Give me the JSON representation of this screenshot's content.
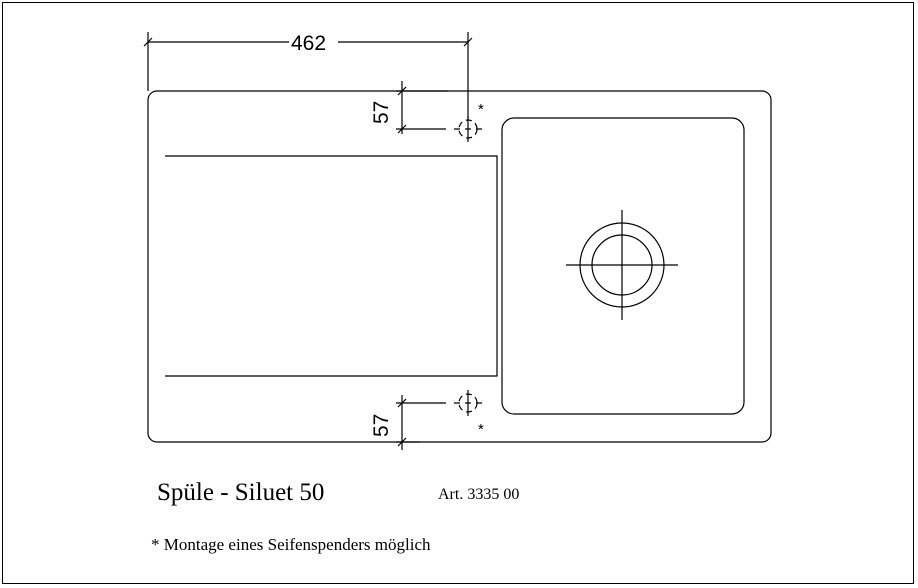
{
  "drawing": {
    "dimension_width": "462",
    "dimension_top_offset": "57",
    "dimension_bottom_offset": "57",
    "asterisk_top": "*",
    "asterisk_bottom": "*"
  },
  "caption": {
    "title": "Spüle - Siluet 50",
    "article": "Art. 3335 00",
    "note": "* Montage eines Seifenspenders möglich"
  }
}
